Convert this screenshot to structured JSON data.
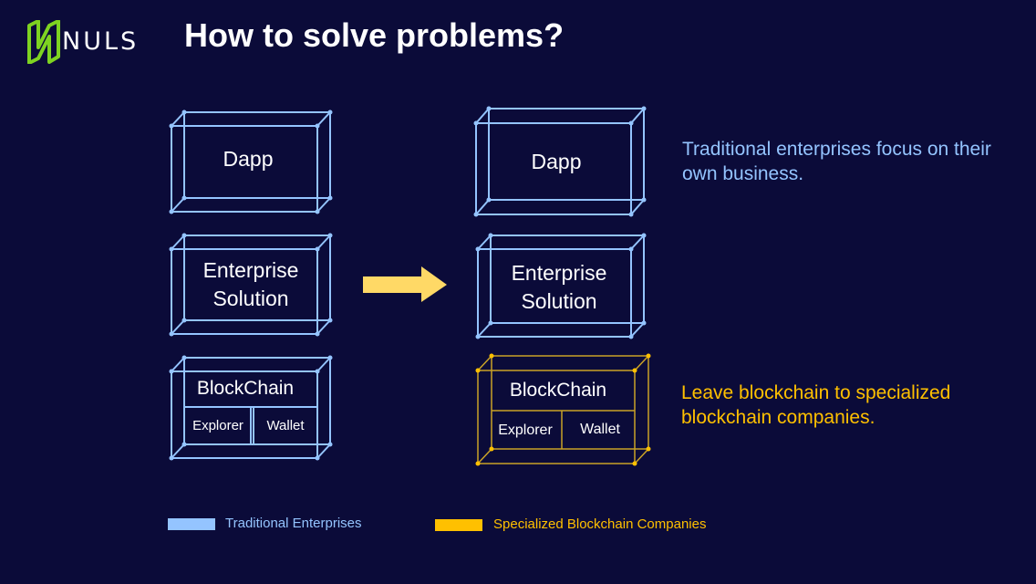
{
  "header": {
    "logo_text": "NULS",
    "title": "How to solve problems?"
  },
  "colors": {
    "background": "#0b0b39",
    "traditional": "#94c4ff",
    "specialized": "#ffc000",
    "logo_green": "#7ed321",
    "arrow": "#ffd966"
  },
  "left_stack": {
    "dapp": "Dapp",
    "enterprise_line1": "Enterprise",
    "enterprise_line2": "Solution",
    "blockchain": "BlockChain",
    "explorer": "Explorer",
    "wallet": "Wallet"
  },
  "right_stack": {
    "dapp": "Dapp",
    "enterprise_line1": "Enterprise",
    "enterprise_line2": "Solution",
    "blockchain": "BlockChain",
    "explorer": "Explorer",
    "wallet": "Wallet"
  },
  "notes": {
    "traditional": "Traditional enterprises focus on their own business.",
    "specialized": "Leave blockchain to specialized blockchain companies."
  },
  "legend": {
    "traditional": "Traditional Enterprises",
    "specialized": "Specialized Blockchain Companies"
  }
}
